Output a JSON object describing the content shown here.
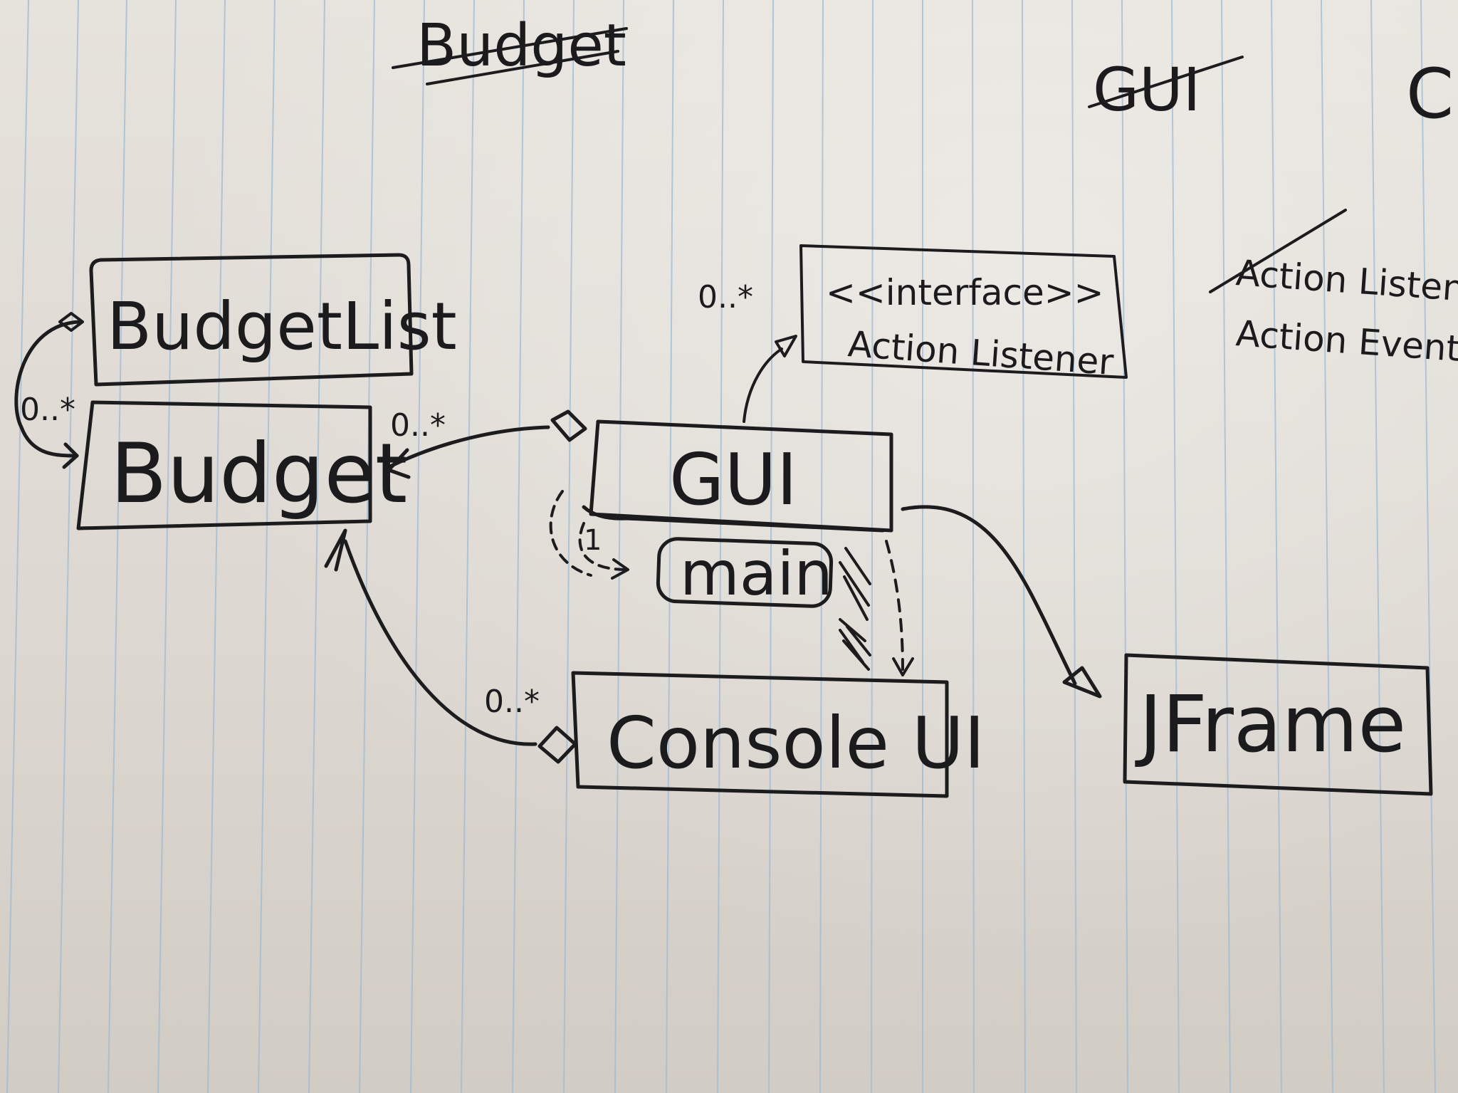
{
  "top_notes": {
    "budget_crossed": "Budget",
    "gui_crossed": "GUI",
    "cut_off_letter": "C"
  },
  "side_notes": {
    "line1": "Action Listen",
    "line2": "Action Event"
  },
  "classes": {
    "budget_list": "BudgetList",
    "budget": "Budget",
    "interface_stereotype": "<<interface>>",
    "interface_name": "Action Listener",
    "gui": "GUI",
    "main": "main",
    "console_ui": "Console UI",
    "jframe": "JFrame"
  },
  "multiplicities": {
    "budget_self": "0..*",
    "gui_budget": "0..*",
    "gui_listener": "0..*",
    "console_budget": "0..*",
    "gui_main": "1"
  }
}
